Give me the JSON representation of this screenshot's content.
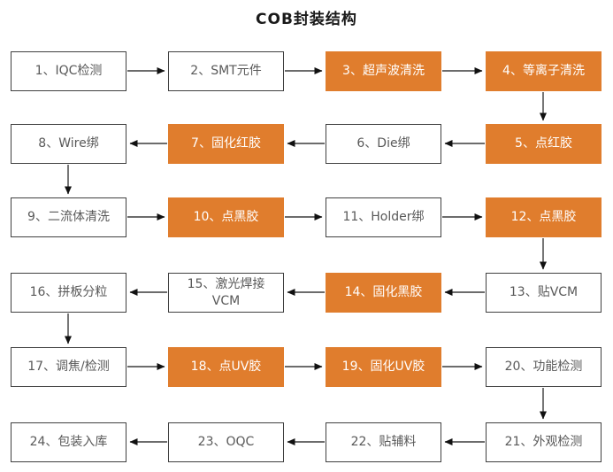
{
  "title": "COB封装结构",
  "colors": {
    "accent_fill": "#E07D2D",
    "accent_text": "#FFFFFF",
    "node_fill": "#FFFFFF",
    "node_text": "#595959",
    "node_border": "#404040",
    "arrow": "#3C3C3C",
    "background": "#FFFFFF"
  },
  "flow": {
    "nodes": [
      {
        "id": 1,
        "label": "1、IQC检测",
        "accent": false
      },
      {
        "id": 2,
        "label": "2、SMT元件",
        "accent": false
      },
      {
        "id": 3,
        "label": "3、超声波清洗",
        "accent": true
      },
      {
        "id": 4,
        "label": "4、等离子清洗",
        "accent": true
      },
      {
        "id": 5,
        "label": "5、点红胶",
        "accent": true
      },
      {
        "id": 6,
        "label": "6、Die绑",
        "accent": false
      },
      {
        "id": 7,
        "label": "7、固化红胶",
        "accent": true
      },
      {
        "id": 8,
        "label": "8、Wire绑",
        "accent": false
      },
      {
        "id": 9,
        "label": "9、二流体清洗",
        "accent": false
      },
      {
        "id": 10,
        "label": "10、点黑胶",
        "accent": true
      },
      {
        "id": 11,
        "label": "11、Holder绑",
        "accent": false
      },
      {
        "id": 12,
        "label": "12、点黑胶",
        "accent": true
      },
      {
        "id": 13,
        "label": "13、贴VCM",
        "accent": false
      },
      {
        "id": 14,
        "label": "14、固化黑胶",
        "accent": true
      },
      {
        "id": 15,
        "label": "15、激光焊接VCM",
        "accent": false
      },
      {
        "id": 16,
        "label": "16、拼板分粒",
        "accent": false
      },
      {
        "id": 17,
        "label": "17、调焦/检测",
        "accent": false
      },
      {
        "id": 18,
        "label": "18、点UV胶",
        "accent": true
      },
      {
        "id": 19,
        "label": "19、固化UV胶",
        "accent": true
      },
      {
        "id": 20,
        "label": "20、功能检测",
        "accent": false
      },
      {
        "id": 21,
        "label": "21、外观检测",
        "accent": false
      },
      {
        "id": 22,
        "label": "22、贴辅料",
        "accent": false
      },
      {
        "id": 23,
        "label": "23、OQC",
        "accent": false
      },
      {
        "id": 24,
        "label": "24、包装入库",
        "accent": false
      }
    ],
    "edges": [
      [
        1,
        2
      ],
      [
        2,
        3
      ],
      [
        3,
        4
      ],
      [
        4,
        5
      ],
      [
        5,
        6
      ],
      [
        6,
        7
      ],
      [
        7,
        8
      ],
      [
        8,
        9
      ],
      [
        9,
        10
      ],
      [
        10,
        11
      ],
      [
        11,
        12
      ],
      [
        12,
        13
      ],
      [
        13,
        14
      ],
      [
        14,
        15
      ],
      [
        15,
        16
      ],
      [
        16,
        17
      ],
      [
        17,
        18
      ],
      [
        18,
        19
      ],
      [
        19,
        20
      ],
      [
        20,
        21
      ],
      [
        21,
        22
      ],
      [
        22,
        23
      ],
      [
        23,
        24
      ]
    ]
  }
}
